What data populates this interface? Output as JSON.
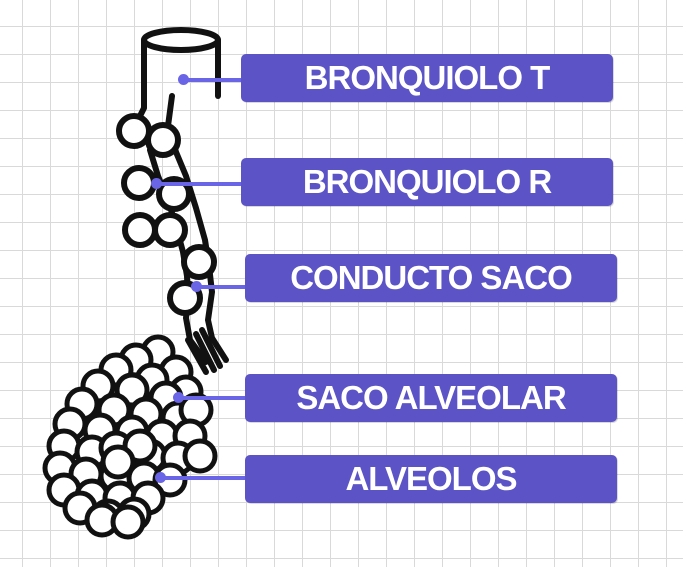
{
  "colors": {
    "label_bg": "#5b53c6",
    "label_text": "#ffffff",
    "connector": "#6a65e6",
    "stroke": "#111111",
    "alveolus_fill": "#ffffff"
  },
  "labels": [
    {
      "id": "bronquiolo-t",
      "text": "BRONQUIOLO T"
    },
    {
      "id": "bronquiolo-r",
      "text": "BRONQUIOLO R"
    },
    {
      "id": "conducto-saco",
      "text": "CONDUCTO SACO"
    },
    {
      "id": "saco-alveolar",
      "text": "SACO ALVEOLAR"
    },
    {
      "id": "alveolos",
      "text": "ALVEOLOS"
    }
  ]
}
